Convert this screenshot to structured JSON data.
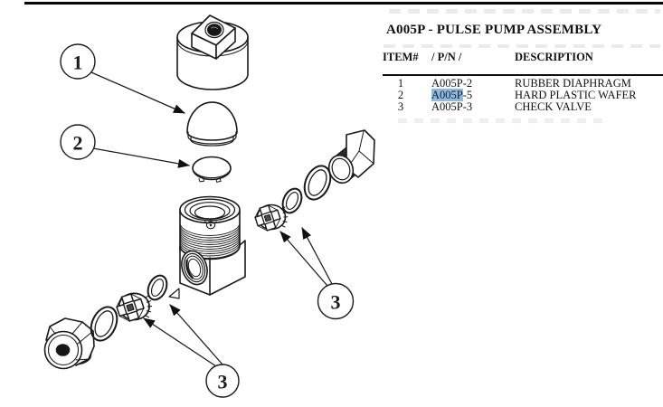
{
  "parts_table": {
    "title": "A005P - PULSE PUMP ASSEMBLY",
    "columns": {
      "item": "ITEM#",
      "pn": "/ P/N /",
      "desc": "DESCRIPTION"
    },
    "rows": [
      {
        "item": "1",
        "pn_hl": "",
        "pn_rest": "A005P-2",
        "desc": "RUBBER DIAPHRAGM"
      },
      {
        "item": "2",
        "pn_hl": "A005P",
        "pn_rest": "-5",
        "desc": "HARD PLASTIC WAFER"
      },
      {
        "item": "3",
        "pn_hl": "",
        "pn_rest": "A005P-3",
        "desc": "CHECK VALVE"
      }
    ],
    "selection_highlight_color": "#92b9de"
  },
  "diagram": {
    "line_color": "#1a1a1a",
    "callouts": [
      {
        "label": "1"
      },
      {
        "label": "2"
      },
      {
        "label": "3"
      },
      {
        "label": "3"
      }
    ],
    "parts": [
      "end-cap",
      "rubber-diaphragm",
      "hard-plastic-wafer",
      "pump-body",
      "check-valve-left-group",
      "check-valve-right-group",
      "o-rings",
      "inlet-hex-nut",
      "outlet-hex-plug"
    ]
  }
}
